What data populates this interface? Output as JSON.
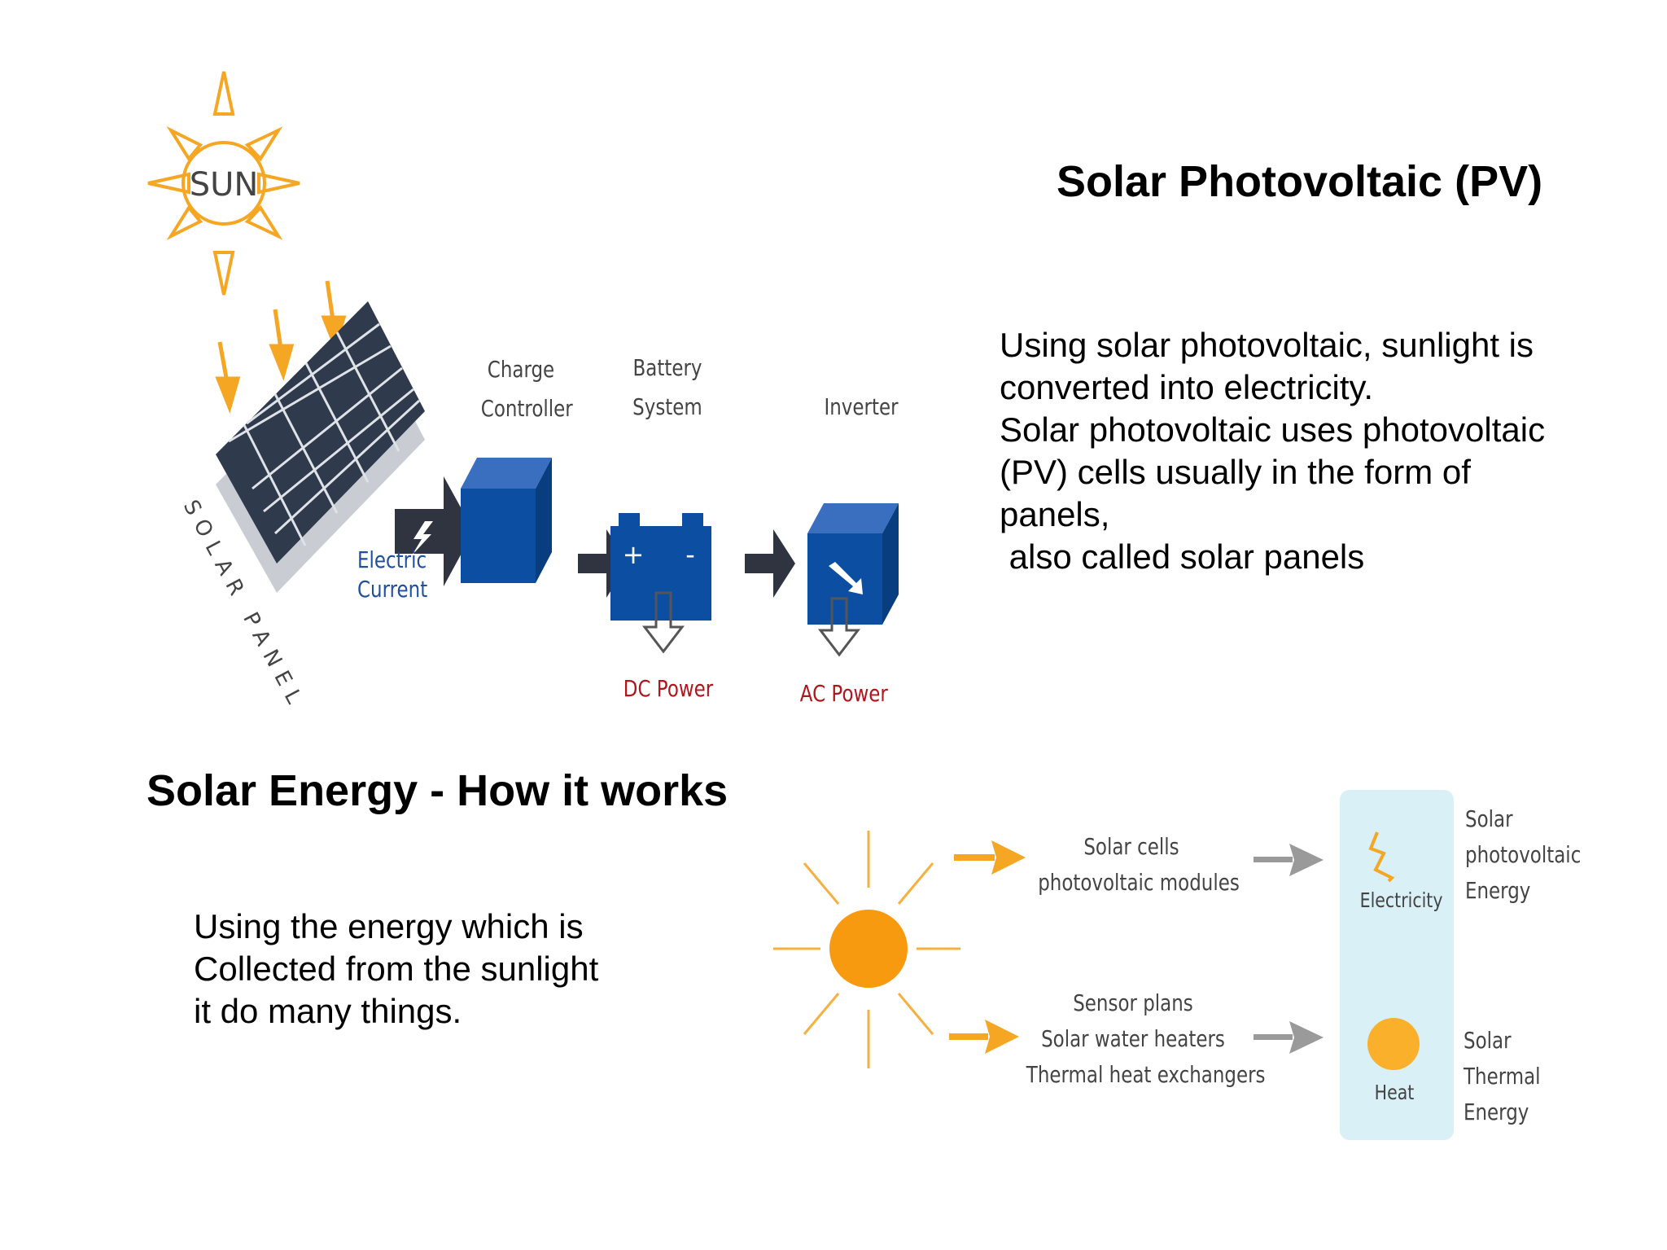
{
  "pv_section": {
    "title": "Solar Photovoltaic (PV)",
    "paragraph_lines": [
      "Using solar photovoltaic, sunlight is",
      "converted into electricity.",
      "Solar photovoltaic uses photovoltaic",
      "(PV) cells usually in the form of",
      "panels,",
      " also called solar panels"
    ]
  },
  "how_section": {
    "title": "Solar Energy - How it works",
    "paragraph_lines": [
      "Using the energy which is",
      "Collected from the sunlight",
      "it do many things."
    ]
  },
  "pv_diagram": {
    "sun_label": "SUN",
    "panel_label": "SOLAR PANEL",
    "electric_current": [
      "Electric",
      "Current"
    ],
    "charge_controller": [
      "Charge",
      "Controller"
    ],
    "battery_system": [
      "Battery",
      "System"
    ],
    "battery_terminals": [
      "+",
      "-"
    ],
    "inverter": "Inverter",
    "dc_power": "DC Power",
    "ac_power": "AC Power",
    "colors": {
      "sun": "#f5a623",
      "device_blue": "#0b4ea2",
      "panel": "#2f3a4c",
      "arrow_dark": "#2f3440",
      "output_red": "#b0161c"
    }
  },
  "energy_diagram": {
    "pv_path": [
      "Solar cells",
      "photovoltaic modules"
    ],
    "thermal_path": [
      "Sensor plans",
      "Solar water heaters",
      "Thermal heat exchangers"
    ],
    "electricity": "Electricity",
    "heat": "Heat",
    "pv_energy": [
      "Solar",
      "photovoltaic",
      "Energy"
    ],
    "thermal_energy": [
      "Solar",
      "Thermal",
      "Energy"
    ],
    "colors": {
      "sun": "#f89a10",
      "arrow_orange": "#f5a623",
      "arrow_gray": "#9a9a9a",
      "panel_bg": "#d8f0f6"
    }
  }
}
